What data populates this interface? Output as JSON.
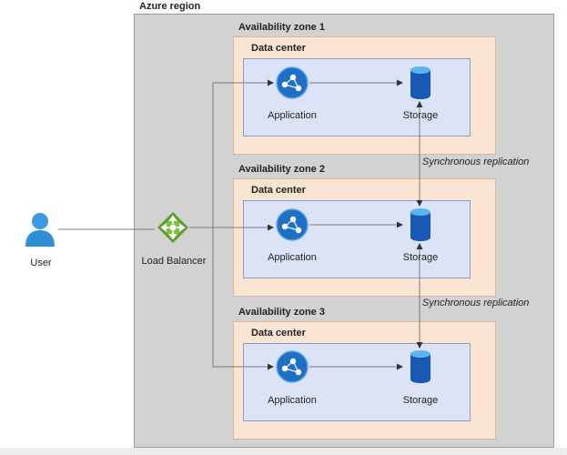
{
  "region": {
    "title": "Azure region"
  },
  "user": {
    "label": "User"
  },
  "load_balancer": {
    "label": "Load Balancer"
  },
  "zones": [
    {
      "title": "Availability zone 1",
      "datacenter": "Data center",
      "app": "Application",
      "storage": "Storage"
    },
    {
      "title": "Availability zone 2",
      "datacenter": "Data center",
      "app": "Application",
      "storage": "Storage"
    },
    {
      "title": "Availability zone 3",
      "datacenter": "Data center",
      "app": "Application",
      "storage": "Storage"
    }
  ],
  "replication": [
    "Synchronous replication",
    "Synchronous replication"
  ],
  "colors": {
    "app_blue": "#1f6fc5",
    "storage_blue": "#1859b5",
    "lb_green": "#5a9e2f",
    "user_blue": "#2d8fd6"
  }
}
